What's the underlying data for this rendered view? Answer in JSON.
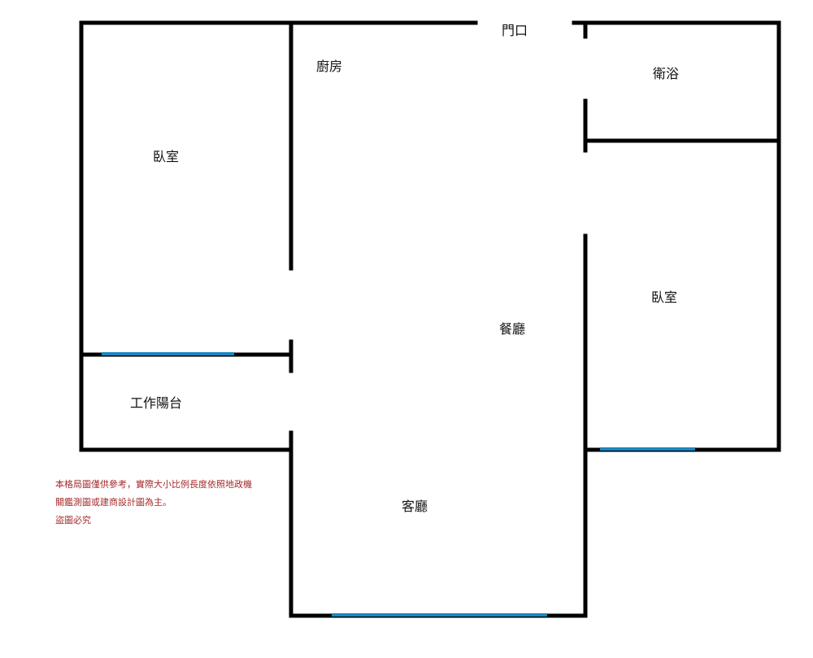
{
  "rooms": {
    "entrance": "門口",
    "kitchen": "廚房",
    "bathroom": "衛浴",
    "bedroom_left": "臥室",
    "bedroom_right": "臥室",
    "dining": "餐廳",
    "work_balcony": "工作陽台",
    "living": "客廳"
  },
  "notes": [
    "本格局圖僅供參考，實際大小比例長度依照地政機",
    "關鑑測圖或建商設計圖為主。",
    "盜圖必究"
  ],
  "colors": {
    "wall": "#000000",
    "window": "#1a86c0",
    "note": "#a52a2a"
  }
}
